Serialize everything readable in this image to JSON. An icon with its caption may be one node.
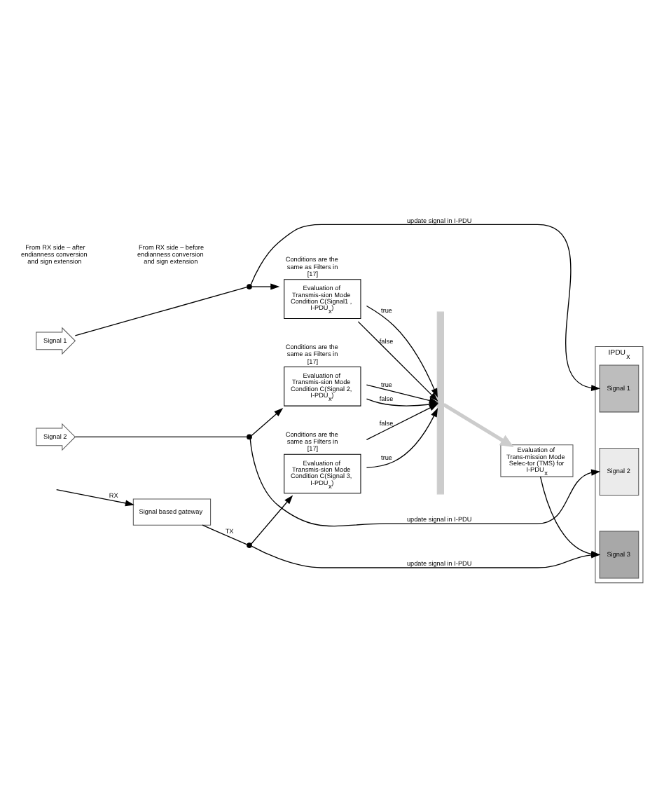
{
  "diagram": {
    "nodes": [
      {
        "text": [
          "Signal 1"
        ]
      },
      {
        "text": [],
        "shape": "circle"
      },
      {
        "text": [
          "Evaluation of Transmis-sion Mode Condition C(Signal1 , I-PDU$_{x}$)"
        ],
        "beside": [
          "Conditions are the same as Filters in [17]"
        ]
      },
      {
        "text": [
          "Signal 2"
        ]
      },
      {
        "text": [],
        "shape": "circle"
      },
      {
        "text": [
          "Evaluation of Transmis-sion Mode Condition C(Signal 2, I-PDU$_{x}$)"
        ],
        "beside": [
          "Conditions are the same as Filters in [17]"
        ]
      },
      {
        "text": [
          "Signal based gateway"
        ]
      },
      {
        "text": [],
        "shape": "circle"
      },
      {
        "text": [
          "Evaluation of Transmis-sion Mode Condition C(Signal 3, I-PDU$_{x}$)"
        ],
        "beside": [
          "Conditions are the same as Filters in [17]"
        ]
      },
      {
        "text": [],
        "shape": "bar"
      },
      {
        "text": [
          "IPDU$_{x}$"
        ]
      },
      {
        "text": [
          "Signal 1"
        ],
        "in": 10
      },
      {
        "text": [
          "Signal 2"
        ],
        "in": 10
      },
      {
        "text": [
          "Signal 3"
        ],
        "in": 10
      },
      {
        "text": [
          "Evaluation of Trans-mission Mode Selec-tor (TMS) for I-PDU$_{x}$"
        ]
      }
    ],
    "edges": [
      {
        "from": 0,
        "to": 1,
        "arrow": "none"
      },
      {
        "from": 1,
        "to": 2,
        "arrow": "to"
      },
      {
        "from": 1,
        "to": 11,
        "arrow": "to",
        "label": "update signal in I-PDU"
      },
      {
        "from": 2,
        "to": 9,
        "arrow": "to",
        "label": "true"
      },
      {
        "from": 2,
        "to": 9,
        "arrow": "to",
        "label": "false"
      },
      {
        "from": 3,
        "to": 4,
        "arrow": "none"
      },
      {
        "from": 4,
        "to": 5,
        "arrow": "to"
      },
      {
        "from": 4,
        "to": 12,
        "arrow": "to",
        "label": "update signal in I-PDU"
      },
      {
        "from": 5,
        "to": 9,
        "arrow": "to",
        "label": "true"
      },
      {
        "from": 5,
        "to": 9,
        "arrow": "to",
        "label": "false"
      },
      {
        "from": null,
        "to": 6,
        "arrow": "to",
        "label": "RX"
      },
      {
        "from": 6,
        "to": 7,
        "arrow": "none",
        "label": "TX"
      },
      {
        "from": 7,
        "to": 8,
        "arrow": "to"
      },
      {
        "from": 7,
        "to": 13,
        "arrow": "to",
        "label": "update signal in I-PDU"
      },
      {
        "from": 8,
        "to": 9,
        "arrow": "to",
        "label": "true"
      },
      {
        "from": 8,
        "to": 9,
        "arrow": "to",
        "label": "false"
      },
      {
        "from": 9,
        "to": 14,
        "arrow": "to",
        "style": "thick",
        "color": "#cccccc"
      },
      {
        "from": 14,
        "to": 13,
        "arrow": "to"
      }
    ],
    "labels": [
      "From RX side – after endianness conversion and sign extension",
      "From RX side – before endianness conversion and sign extension"
    ]
  }
}
